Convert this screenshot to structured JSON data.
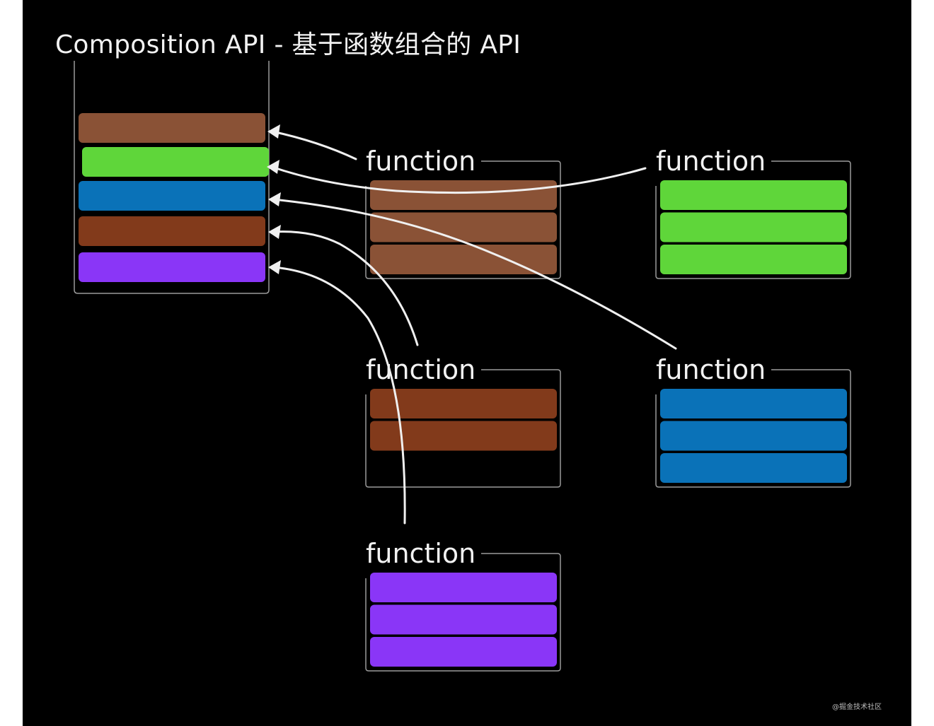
{
  "title": "Composition API - 基于函数组合的 API",
  "watermark": "@掘金技术社区",
  "colors": {
    "background": "#000000",
    "page": "#ffffff",
    "frame": "#9a9a9a",
    "arrow": "#f0f0f0",
    "text": "#f2f2f2"
  },
  "component": {
    "name": "composed-component",
    "blocks": [
      {
        "feature": "feature-1",
        "color": "#8a5236"
      },
      {
        "feature": "feature-2",
        "color": "#5fd63a"
      },
      {
        "feature": "feature-3",
        "color": "#0a72b8"
      },
      {
        "feature": "feature-4",
        "color": "#823a1b"
      },
      {
        "feature": "feature-5",
        "color": "#8a36f7"
      }
    ]
  },
  "functions": [
    {
      "label": "function",
      "feature": "feature-1",
      "color": "#8a5236",
      "block_count": 3,
      "target_block": 0
    },
    {
      "label": "function",
      "feature": "feature-2",
      "color": "#5fd63a",
      "block_count": 3,
      "target_block": 1
    },
    {
      "label": "function",
      "feature": "feature-4",
      "color": "#823a1b",
      "block_count": 2,
      "target_block": 3
    },
    {
      "label": "function",
      "feature": "feature-3",
      "color": "#0a72b8",
      "block_count": 3,
      "target_block": 2
    },
    {
      "label": "function",
      "feature": "feature-5",
      "color": "#8a36f7",
      "block_count": 3,
      "target_block": 4
    }
  ]
}
